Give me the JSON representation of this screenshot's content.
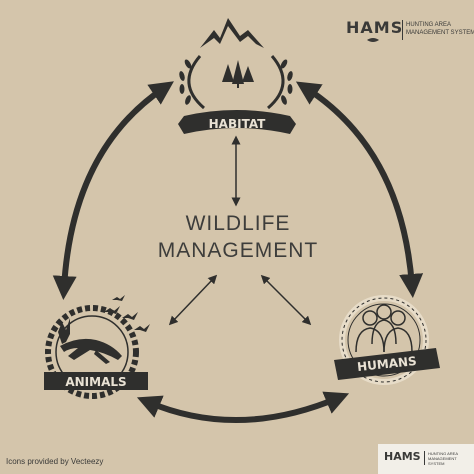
{
  "logo_top": {
    "brand": "HAMS",
    "subtitle": "HUNTING AREA MANAGEMENT SYSTEM"
  },
  "center": {
    "line1": "WILDLIFE",
    "line2": "MANAGEMENT"
  },
  "nodes": {
    "habitat": "HABITAT",
    "animals": "ANIMALS",
    "humans": "HUMANS"
  },
  "credit": "Icons provided by Vecteezy",
  "logo_bottom": {
    "brand": "HAMS",
    "subtitle": "HUNTING AREA MANAGEMENT SYSTEM"
  },
  "colors": {
    "background": "#d4c5ab",
    "ink": "#2f2f2d",
    "banner_text": "#e9e2d4"
  },
  "icons": [
    "mountain-icon",
    "trees-icon",
    "wheat-wreath-icon",
    "deer-icon",
    "birds-icon",
    "people-icon"
  ]
}
